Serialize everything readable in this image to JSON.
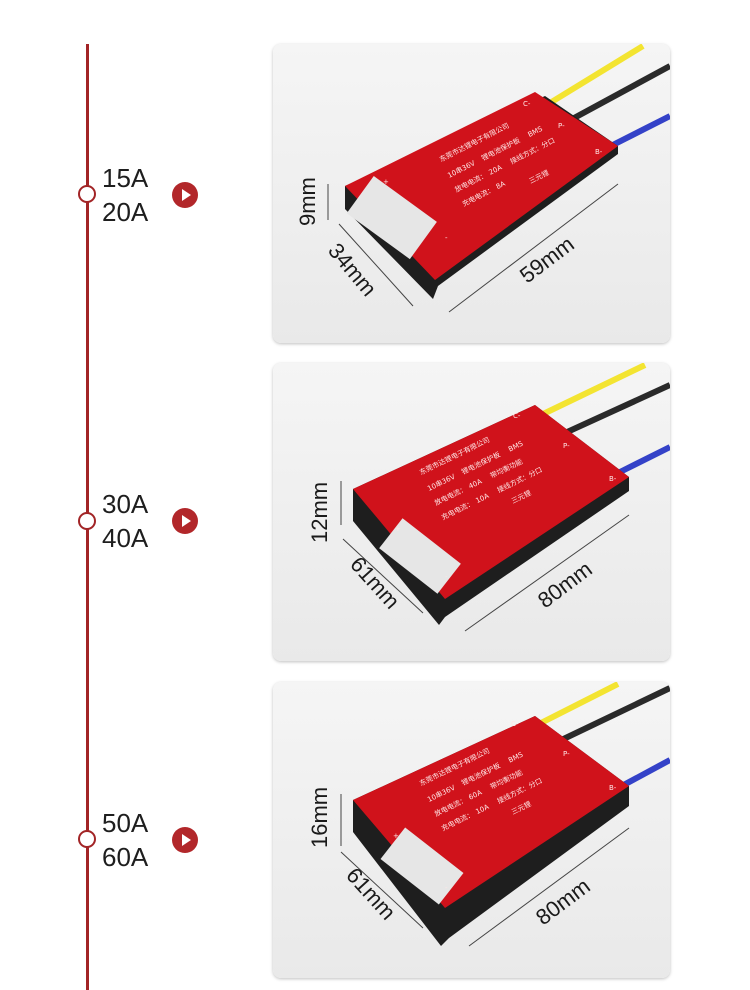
{
  "products": [
    {
      "rating_line1": "15A",
      "rating_line2": "20A",
      "height": "9mm",
      "width": "34mm",
      "length": "59mm",
      "pcb": {
        "company": "东莞市达锂电子有限公司",
        "spec": "10串36V",
        "type": "锂电池保护板",
        "bms": "BMS",
        "discharge_label": "放电电流：",
        "discharge": "20A",
        "wiring": "接线方式：分口",
        "charge_label": "充电电流：",
        "charge": "8A",
        "chem": "三元锂",
        "pin_c": "C-",
        "pin_p": "P-",
        "pin_b": "B-",
        "plus": "+",
        "minus": "-"
      }
    },
    {
      "rating_line1": "30A",
      "rating_line2": "40A",
      "height": "12mm",
      "width": "61mm",
      "length": "80mm",
      "pcb": {
        "company": "东莞市达锂电子有限公司",
        "spec": "10串36V",
        "type": "锂电池保护板",
        "bms": "BMS",
        "discharge_label": "放电电流：",
        "discharge": "40A",
        "wiring": "接线方式：分口",
        "charge_label": "充电电流：",
        "charge": "10A",
        "chem": "三元锂",
        "pin_c": "C-",
        "pin_p": "P-",
        "pin_b": "B-",
        "plus": "+",
        "minus": "-",
        "extra": "带均衡功能"
      }
    },
    {
      "rating_line1": "50A",
      "rating_line2": "60A",
      "height": "16mm",
      "width": "61mm",
      "length": "80mm",
      "pcb": {
        "company": "东莞市达锂电子有限公司",
        "spec": "10串36V",
        "type": "锂电池保护板",
        "bms": "BMS",
        "discharge_label": "放电电流：",
        "discharge": "60A",
        "wiring": "接线方式：分口",
        "charge_label": "充电电流：",
        "charge": "10A",
        "chem": "三元锂",
        "pin_c": "C-",
        "pin_p": "P-",
        "pin_b": "B-",
        "plus": "+",
        "minus": "-",
        "extra": "带均衡功能"
      }
    }
  ],
  "colors": {
    "accent": "#a22426",
    "board_red": "#d0121b",
    "wire_yellow": "#f3e431",
    "wire_black": "#2a2a2a",
    "wire_blue": "#3442c8"
  },
  "icons": {
    "arrow": "play-arrow-icon"
  }
}
